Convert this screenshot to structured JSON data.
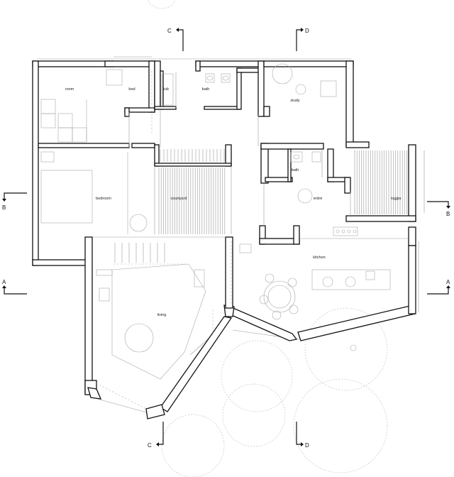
{
  "rooms": {
    "room": "room",
    "bed": "bed",
    "tub": "tub",
    "bath_top": "bath",
    "study": "study",
    "bedroom": "bedroom",
    "courtyard": "courtyard",
    "bath_mid": "bath",
    "entre": "entré",
    "loggia": "loggia",
    "kitchen": "kitchen",
    "living": "living"
  },
  "sections": {
    "c_top": "C",
    "d_top": "D",
    "b_left": "B",
    "b_right": "B",
    "a_left": "A",
    "a_right": "A",
    "c_bottom": "C",
    "d_bottom": "D"
  }
}
